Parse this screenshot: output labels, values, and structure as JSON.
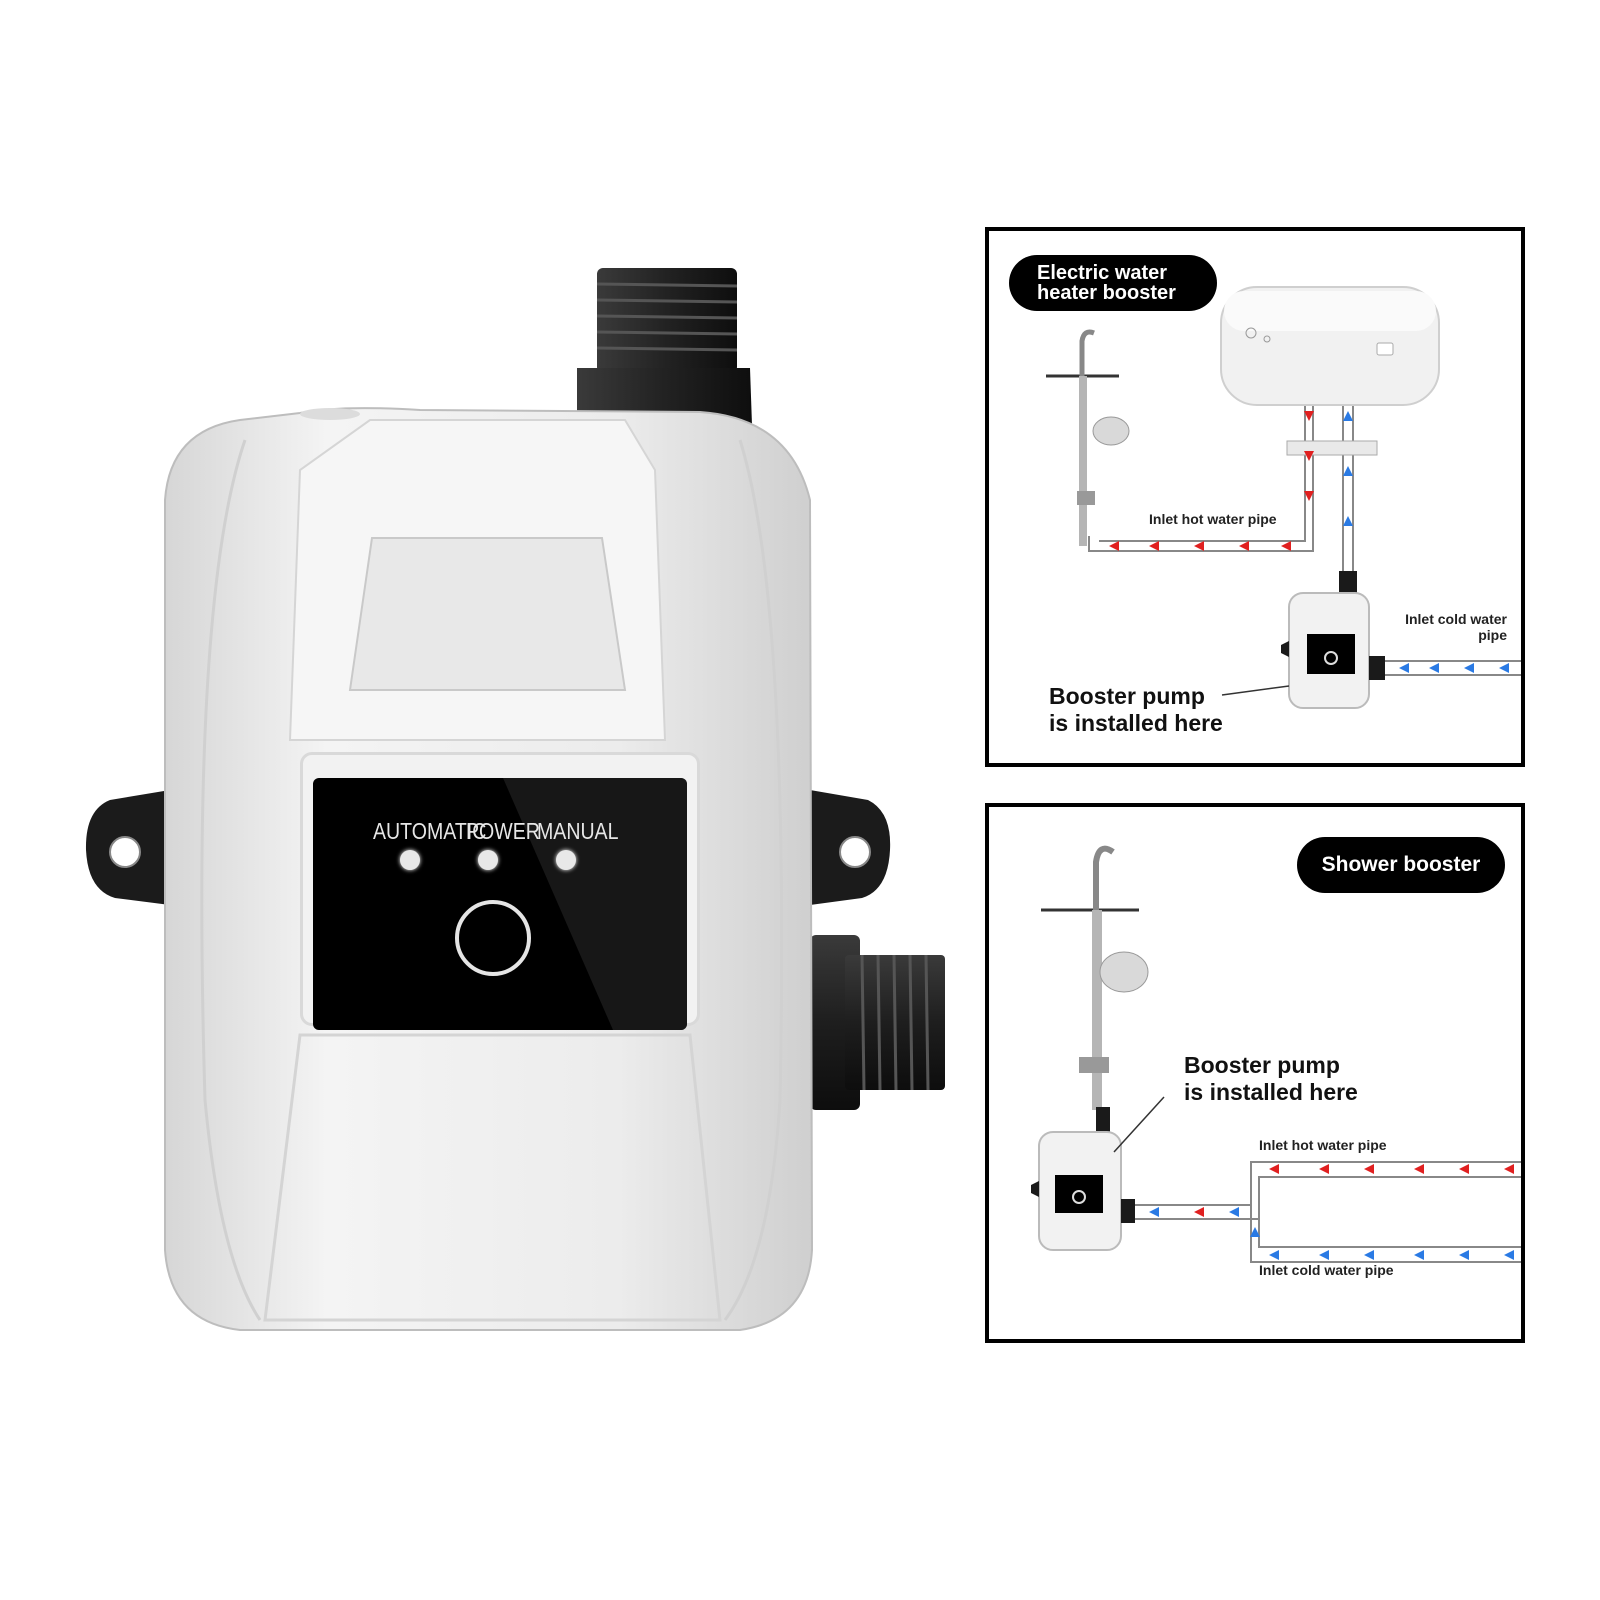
{
  "product": {
    "panel_labels": [
      "AUTOMATIC",
      "POWER",
      "MANUAL"
    ],
    "colors": {
      "body": "#e9e9e9",
      "fittings": "#1a1a1a",
      "screen": "#000000"
    }
  },
  "diagram_heater": {
    "badge": "Electric water heater booster",
    "hot_pipe_label": "Inlet hot water pipe",
    "cold_pipe_label": "Inlet cold water pipe",
    "pump_callout": "Booster pump is installed here"
  },
  "diagram_shower": {
    "badge": "Shower booster",
    "hot_pipe_label": "Inlet hot water pipe",
    "cold_pipe_label": "Inlet cold water pipe",
    "pump_callout": "Booster pump is installed here"
  },
  "colors": {
    "hot_arrow": "#e02020",
    "cold_arrow": "#2a7ae4",
    "frame": "#000000"
  }
}
